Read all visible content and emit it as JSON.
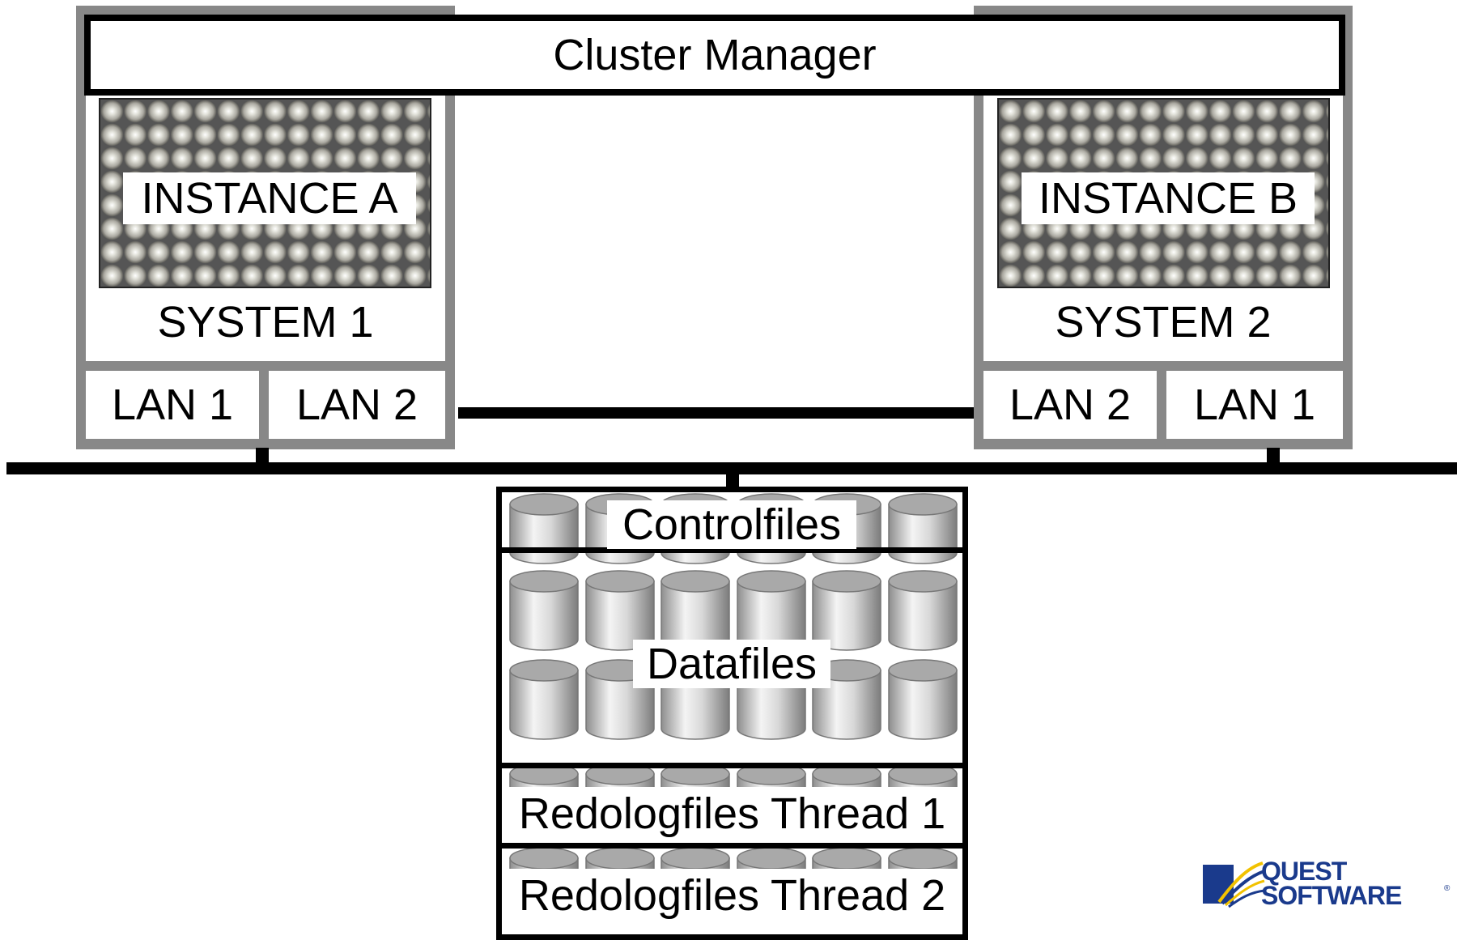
{
  "cluster_manager": {
    "label": "Cluster Manager"
  },
  "system1": {
    "label": "SYSTEM 1",
    "instance_label": "INSTANCE A",
    "lans": [
      "LAN 1",
      "LAN 2"
    ]
  },
  "system2": {
    "label": "SYSTEM 2",
    "instance_label": "INSTANCE B",
    "lans": [
      "LAN 2",
      "LAN 1"
    ]
  },
  "storage": {
    "controlfiles": "Controlfiles",
    "datafiles": "Datafiles",
    "redo1": "Redologfiles Thread 1",
    "redo2": "Redologfiles Thread 2"
  },
  "logo": {
    "line1": "QUEST",
    "line2": "SOFTWARE",
    "mark": "®",
    "color": "#1a3a8c",
    "accent": "#f2c200"
  },
  "colors": {
    "frame": "#888888",
    "line": "#000000"
  }
}
